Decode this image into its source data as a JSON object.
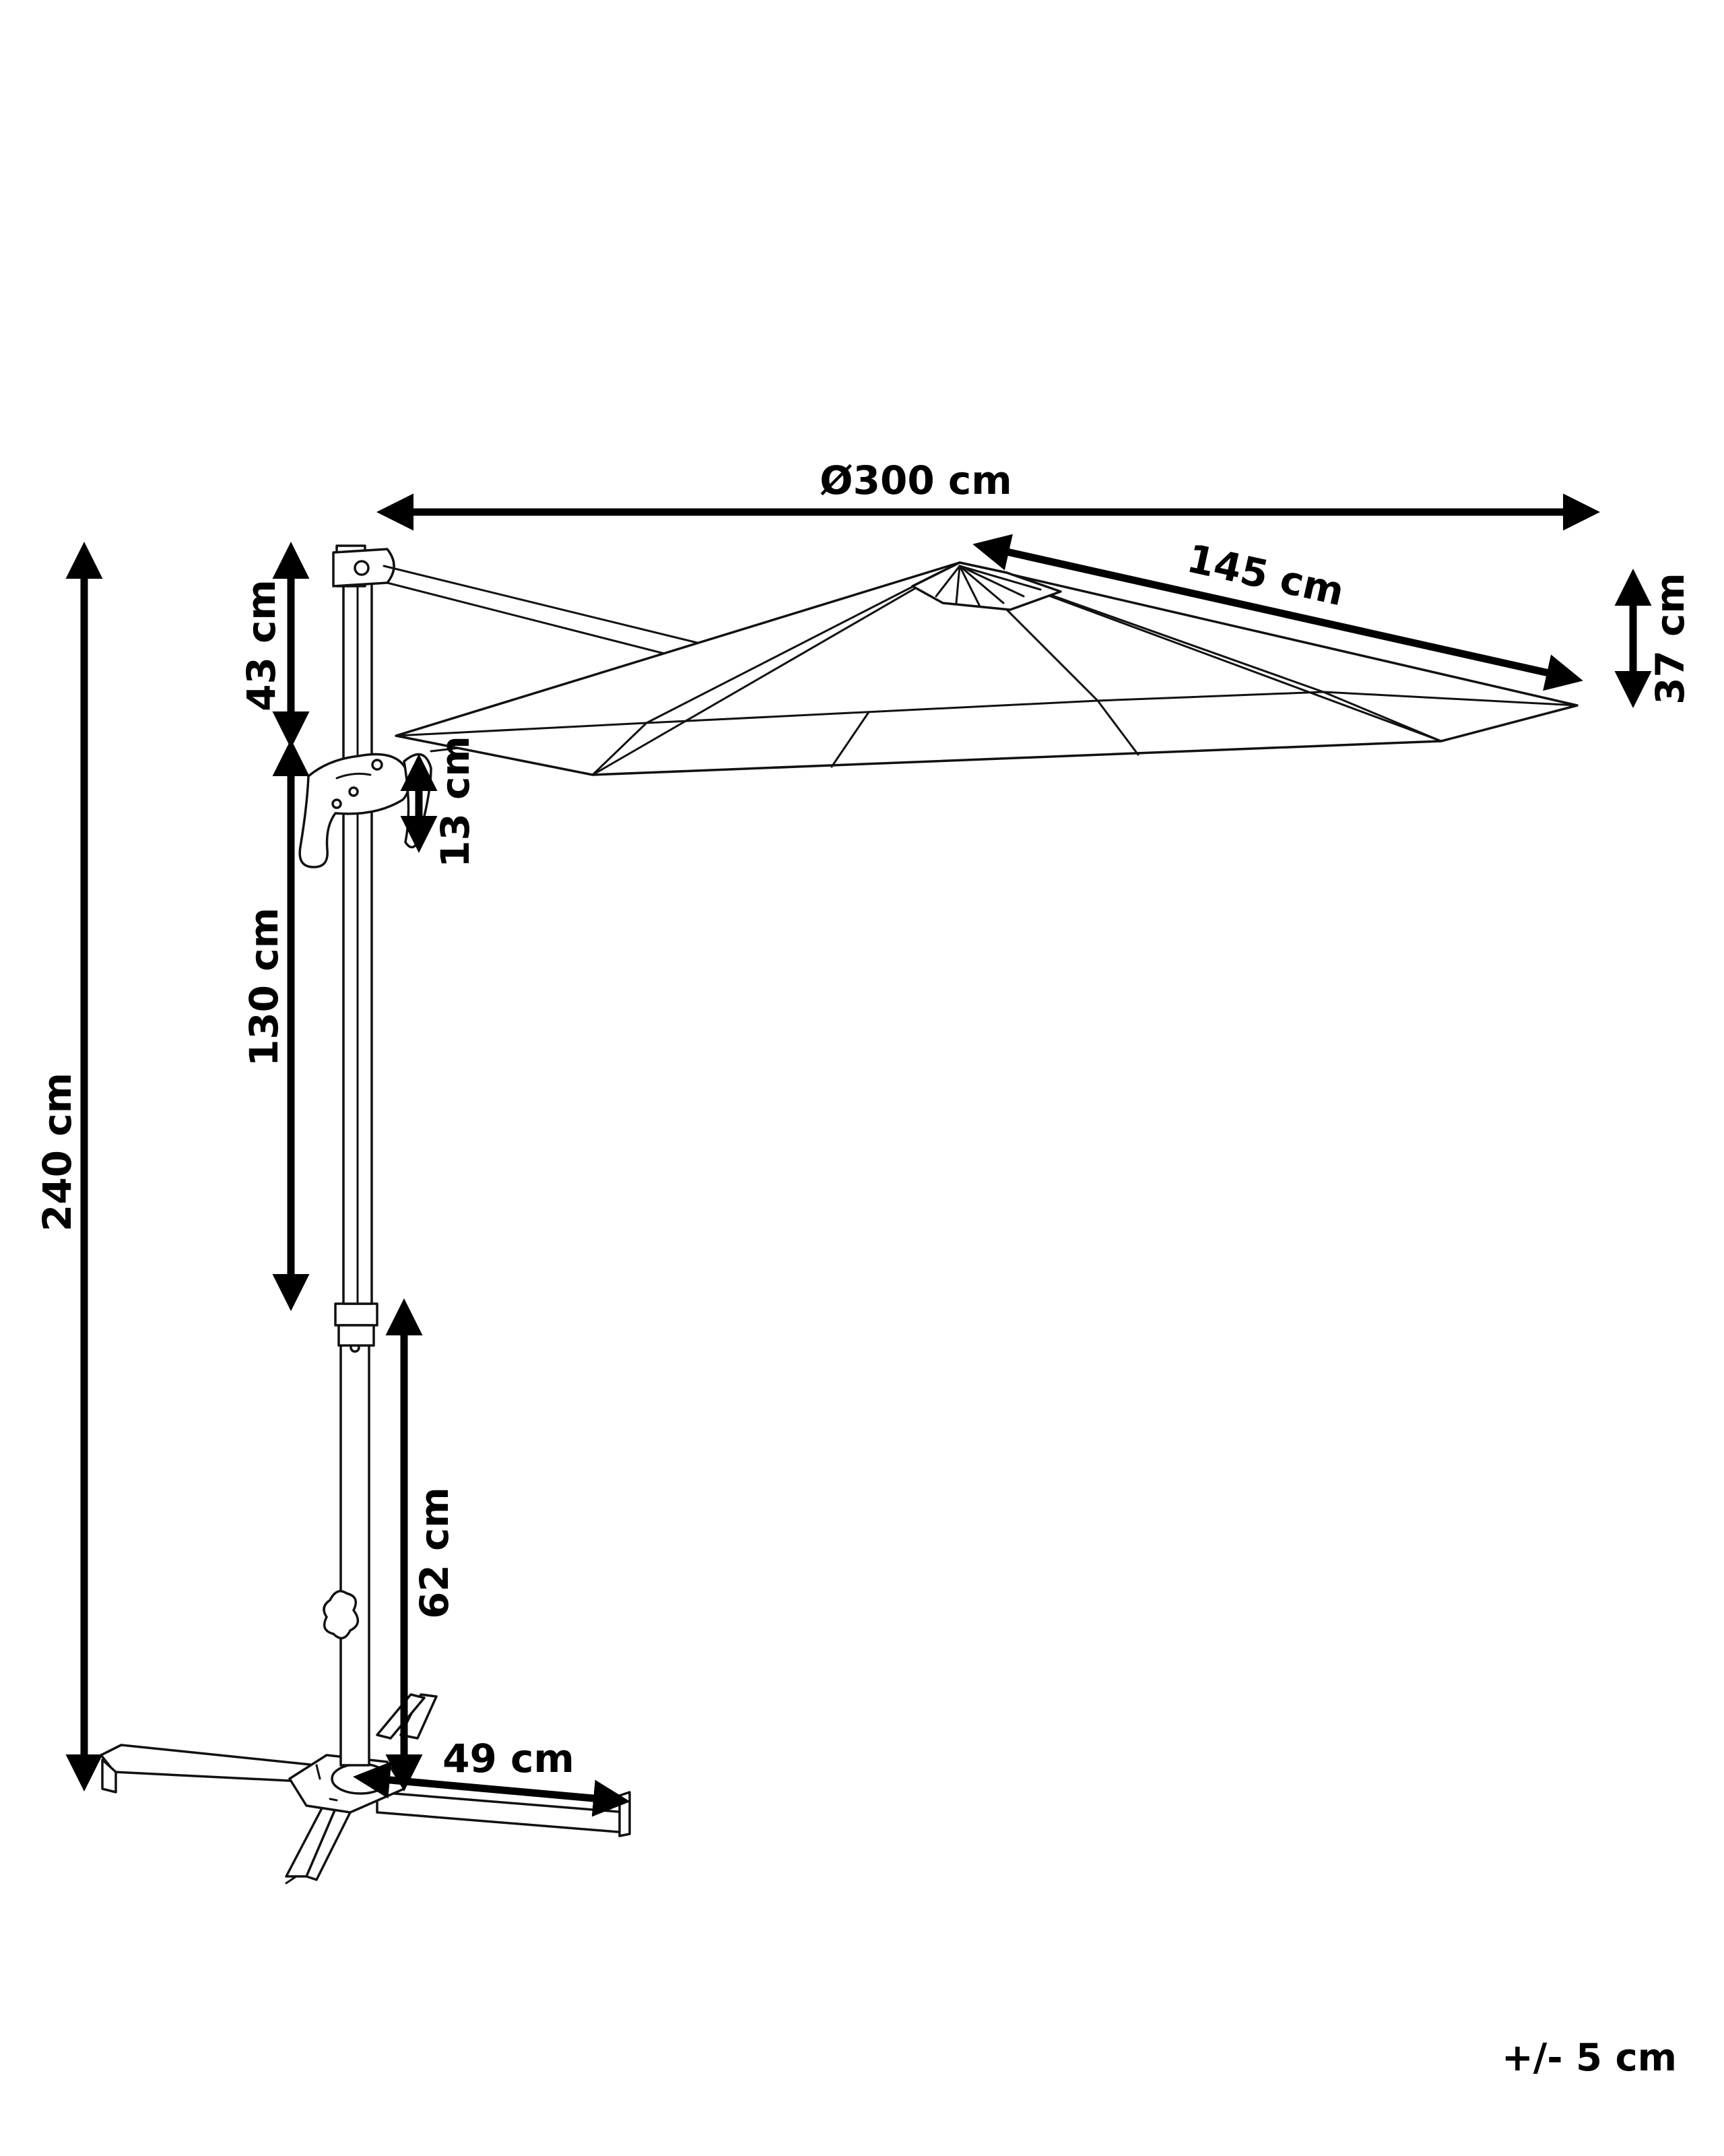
{
  "dimensions": {
    "diameter": "Ø300 cm",
    "rib_length": "145 cm",
    "canopy_height": "37 cm",
    "top_arm": "43 cm",
    "crank_drop": "13 cm",
    "mid_pole": "130 cm",
    "total_height": "240 cm",
    "lower_pole": "62 cm",
    "base_arm": "49 cm"
  },
  "tolerance": "+/- 5 cm"
}
